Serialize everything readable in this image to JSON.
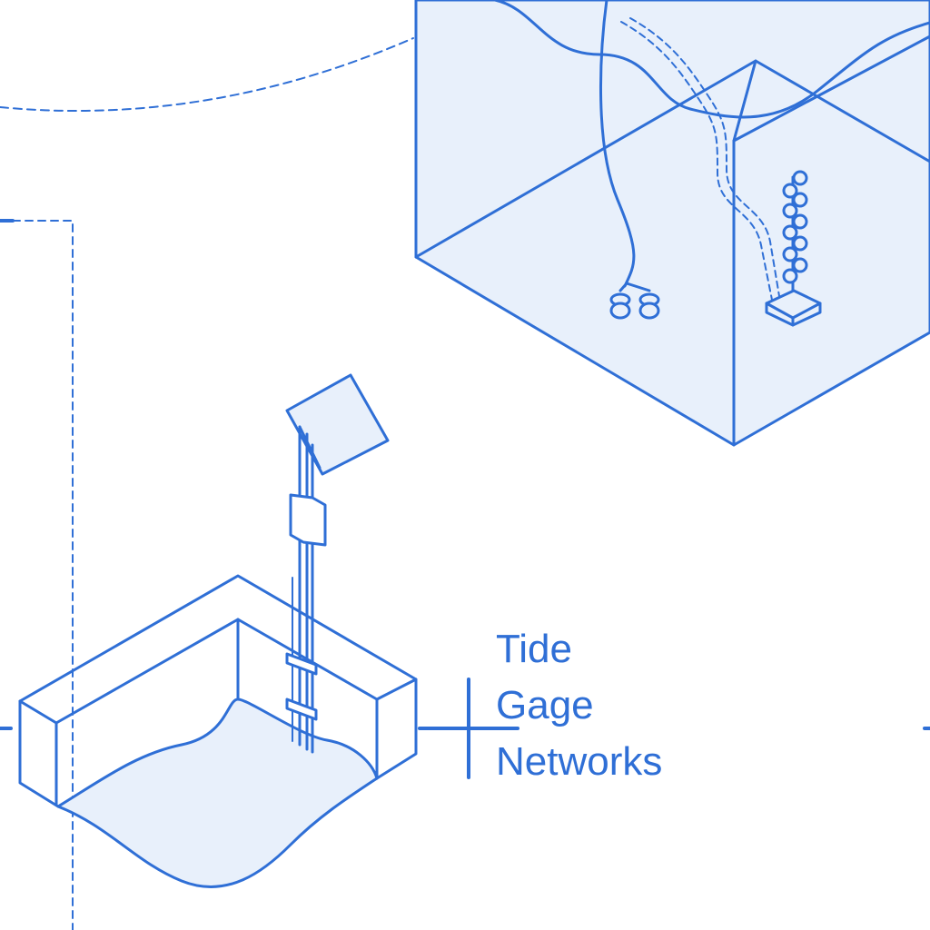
{
  "label": {
    "lines": [
      "Tide",
      "Gage",
      "Networks"
    ]
  },
  "colors": {
    "stroke": "#2f6fd6",
    "fill": "#e8f0fb"
  },
  "icons": [
    "solar-panel-icon",
    "tide-gage-station-icon",
    "underwater-sensor-icon",
    "mooring-buoy-string-icon"
  ]
}
